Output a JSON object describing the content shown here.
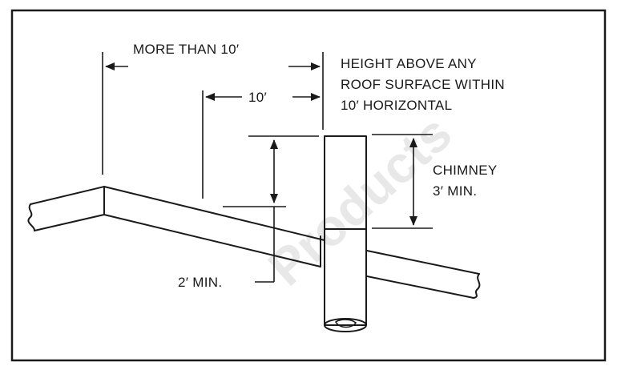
{
  "labels": {
    "more_than": "MORE THAN 10′",
    "ten_feet": "10′",
    "height_line1": "HEIGHT ABOVE ANY",
    "height_line2": "ROOF SURFACE WITHIN",
    "height_line3": "10′ HORIZONTAL",
    "chimney_line1": "CHIMNEY",
    "chimney_line2": "3′ MIN.",
    "two_min": "2′ MIN."
  },
  "watermark": "Products",
  "colors": {
    "line": "#1a1a1a",
    "background": "#ffffff",
    "watermark": "#e8e8e8"
  }
}
